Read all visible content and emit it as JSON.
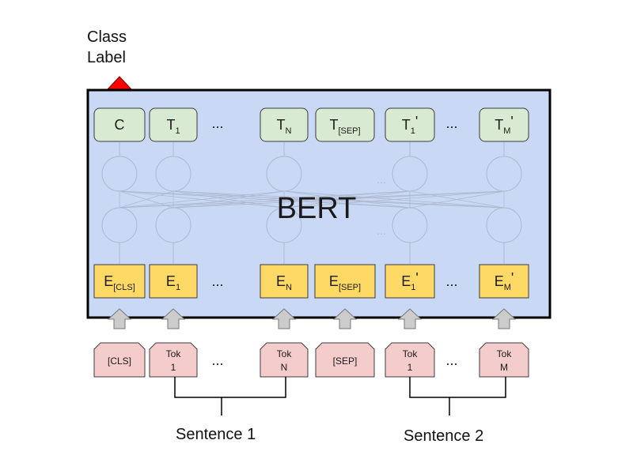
{
  "class_label": [
    "Class",
    "Label"
  ],
  "model_name": "BERT",
  "output_tokens": [
    {
      "main": "C",
      "sub": "",
      "prime": ""
    },
    {
      "main": "T",
      "sub": "1",
      "prime": ""
    },
    {
      "main": "...",
      "sub": "",
      "prime": ""
    },
    {
      "main": "T",
      "sub": "N",
      "prime": ""
    },
    {
      "main": "T",
      "sub": "[SEP]",
      "prime": ""
    },
    {
      "main": "T",
      "sub": "1",
      "prime": "'"
    },
    {
      "main": "...",
      "sub": "",
      "prime": ""
    },
    {
      "main": "T",
      "sub": "M",
      "prime": "'"
    }
  ],
  "embeddings": [
    {
      "main": "E",
      "sub": "[CLS]",
      "prime": ""
    },
    {
      "main": "E",
      "sub": "1",
      "prime": ""
    },
    {
      "main": "...",
      "sub": "",
      "prime": ""
    },
    {
      "main": "E",
      "sub": "N",
      "prime": ""
    },
    {
      "main": "E",
      "sub": "[SEP]",
      "prime": ""
    },
    {
      "main": "E",
      "sub": "1",
      "prime": "'"
    },
    {
      "main": "...",
      "sub": "",
      "prime": ""
    },
    {
      "main": "E",
      "sub": "M",
      "prime": "'"
    }
  ],
  "input_tokens": [
    {
      "lines": [
        "[CLS]"
      ]
    },
    {
      "lines": [
        "Tok",
        "1"
      ]
    },
    {
      "lines": [
        "..."
      ]
    },
    {
      "lines": [
        "Tok",
        "N"
      ]
    },
    {
      "lines": [
        "[SEP]"
      ]
    },
    {
      "lines": [
        "Tok",
        "1"
      ]
    },
    {
      "lines": [
        "..."
      ]
    },
    {
      "lines": [
        "Tok",
        "M"
      ]
    }
  ],
  "sentence_1": "Sentence 1",
  "sentence_2": "Sentence 2",
  "colors": {
    "bert_box": "#c9d8f5",
    "output_token": "#d9ead3",
    "embedding": "#ffd966",
    "input_token": "#f4cccc",
    "arrow_up": "#ff0000",
    "input_arrow": "#cccccc"
  }
}
